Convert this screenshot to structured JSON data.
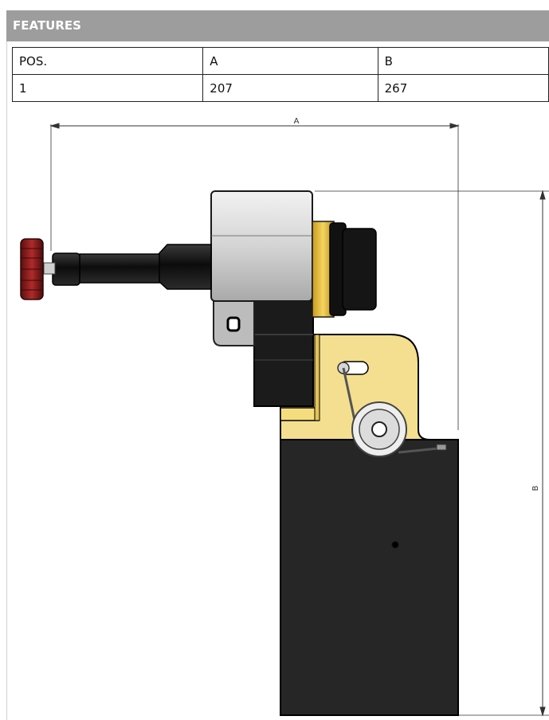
{
  "header": {
    "title": "FEATURES"
  },
  "table": {
    "columns": [
      "POS.",
      "A",
      "B"
    ],
    "rows": [
      [
        "1",
        "207",
        "267"
      ]
    ]
  },
  "drawing": {
    "dimension_a_label": "A",
    "dimension_b_label": "B"
  }
}
